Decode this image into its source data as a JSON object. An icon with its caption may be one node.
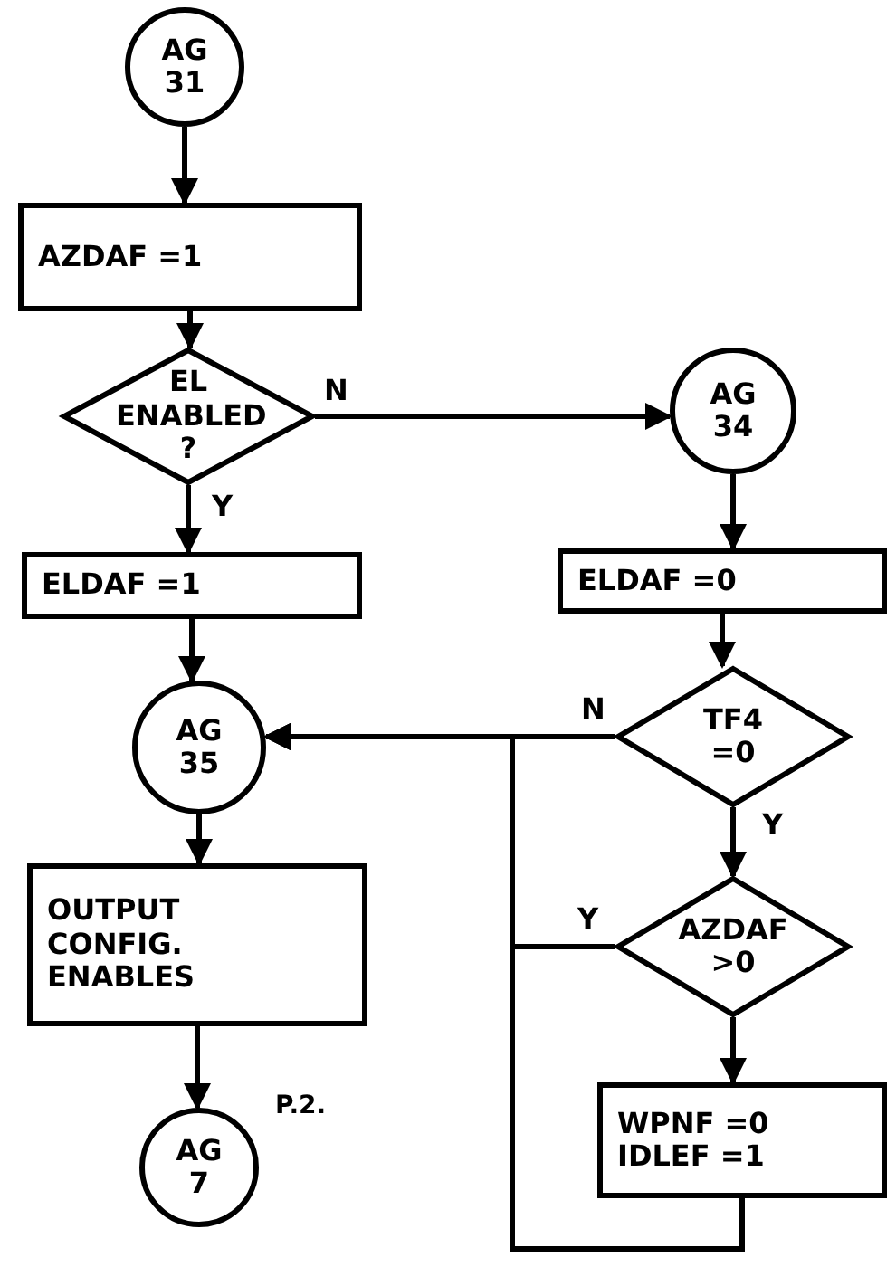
{
  "diagram": {
    "nodes": [
      {
        "text": [
          "AG 31"
        ]
      },
      {
        "text": [
          "AZDAF =1"
        ]
      },
      {
        "text": [
          "EL ENABLED ?"
        ]
      },
      {
        "text": [
          "AG 34"
        ]
      },
      {
        "text": [
          "ELDAF =1"
        ]
      },
      {
        "text": [
          "ELDAF =0"
        ]
      },
      {
        "text": [
          "AG 35"
        ]
      },
      {
        "text": [
          "TF4 =0"
        ]
      },
      {
        "text": [
          "OUTPUT CONFIG. ENABLES"
        ]
      },
      {
        "text": [
          "AZDAF >0"
        ]
      },
      {
        "text": [
          "AG 7"
        ],
        "beside": [
          "P.2."
        ]
      },
      {
        "text": [
          "WPNF =0 IDLEF =1"
        ]
      }
    ],
    "edges": [
      {
        "from": 0,
        "to": 1,
        "arrow": "to"
      },
      {
        "from": 1,
        "to": 2,
        "arrow": "to"
      },
      {
        "from": 2,
        "to": 3,
        "arrow": "to",
        "label": "N"
      },
      {
        "from": 2,
        "to": 4,
        "arrow": "to",
        "label": "Y"
      },
      {
        "from": 3,
        "to": 5,
        "arrow": "to"
      },
      {
        "from": 5,
        "to": 7,
        "arrow": "to"
      },
      {
        "from": 7,
        "to": 6,
        "arrow": "to",
        "label": "N"
      },
      {
        "from": 7,
        "to": 9,
        "arrow": "to",
        "label": "Y"
      },
      {
        "from": 9,
        "to": 6,
        "arrow": "to",
        "label": "Y"
      },
      {
        "from": 9,
        "to": 11,
        "arrow": "to"
      },
      {
        "from": 11,
        "to": 6,
        "arrow": "to"
      },
      {
        "from": 4,
        "to": 6,
        "arrow": "to"
      },
      {
        "from": 6,
        "to": 8,
        "arrow": "to"
      },
      {
        "from": 8,
        "to": 10,
        "arrow": "to"
      }
    ]
  }
}
